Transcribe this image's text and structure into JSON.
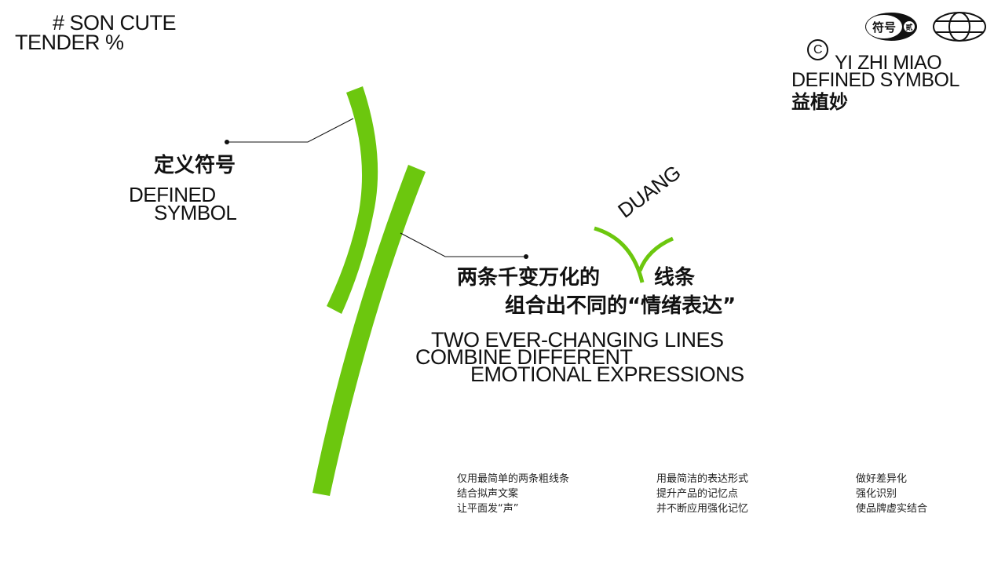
{
  "header": {
    "tagline_line1": "# SON CUTE",
    "tagline_line2": "TENDER %"
  },
  "brand": {
    "copyright_symbol": "C",
    "name_line1": "YI ZHI MIAO",
    "name_line2": "DEFINED SYMBOL",
    "name_cn": "益植妙",
    "badge_text": "符号",
    "badge_number": "贰",
    "icons": [
      "copyright-icon",
      "symbol-badge-icon",
      "globe-icon"
    ]
  },
  "definition": {
    "title_cn": "定义符号",
    "title_en_line1": "DEFINED",
    "title_en_line2": "SYMBOL"
  },
  "main": {
    "onomatopoeia": "DUANG",
    "cn_line1_a": "两条千变万化的",
    "cn_line1_b": "线条",
    "cn_line2": "组合出不同的“情绪表达”",
    "en_line1": "TWO EVER-CHANGING LINES",
    "en_line2": "COMBINE DIFFERENT",
    "en_line3": "EMOTIONAL EXPRESSIONS"
  },
  "footer": {
    "columns": [
      {
        "lines": [
          "仅用最简单的两条粗线条",
          "结合拟声文案",
          "让平面发“声”"
        ]
      },
      {
        "lines": [
          "用最简洁的表达形式",
          "提升产品的记忆点",
          "并不断应用强化记忆"
        ]
      },
      {
        "lines": [
          "做好差异化",
          "强化识别",
          "使品牌虚实结合"
        ]
      }
    ]
  },
  "colors": {
    "accent_green": "#6cc70e",
    "text": "#111111",
    "background": "#ffffff"
  }
}
